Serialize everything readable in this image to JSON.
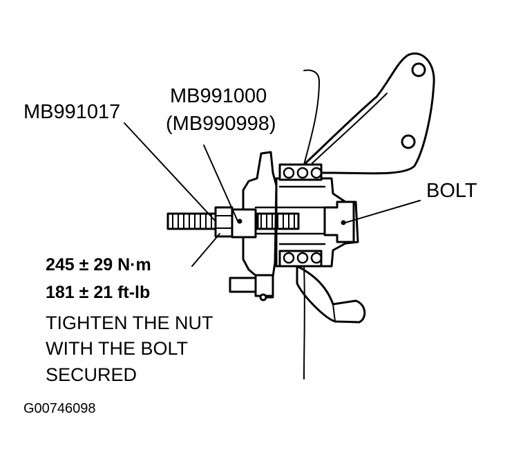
{
  "labels": {
    "tool_1": "MB991017",
    "tool_2_line1": "MB991000",
    "tool_2_line2": "(MB990998)",
    "bolt": "BOLT"
  },
  "torque": {
    "metric": "245 ± 29 N·m",
    "imperial": "181 ± 21 ft-lb"
  },
  "instruction": {
    "line1": "TIGHTEN THE NUT",
    "line2": "WITH THE BOLT",
    "line3": "SECURED"
  },
  "figure_id": "G00746098",
  "colors": {
    "ink": "#000000",
    "paper": "#ffffff"
  }
}
